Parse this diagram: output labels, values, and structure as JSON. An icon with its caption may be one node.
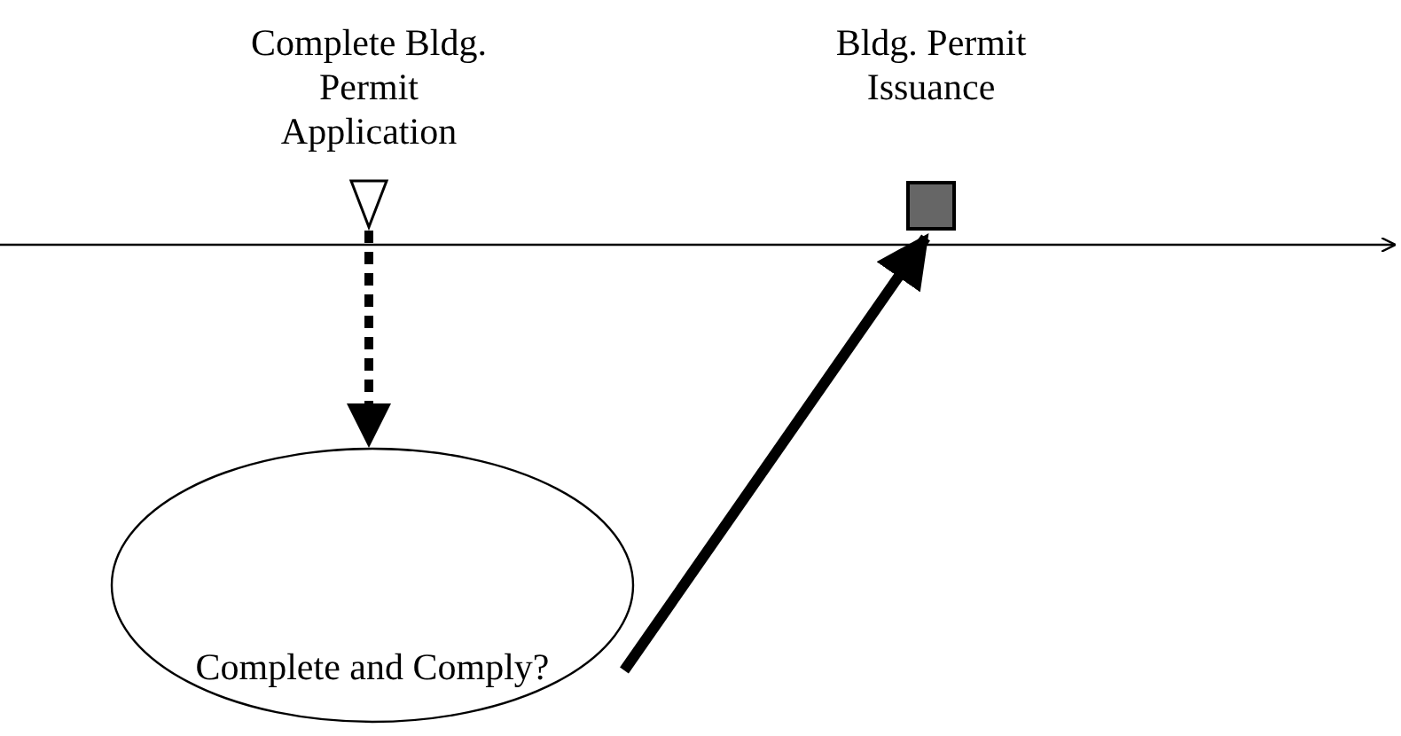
{
  "diagram": {
    "nodes": [
      {
        "text": [
          "Complete Bldg. Permit Application"
        ]
      },
      {
        "text": [
          "Bldg. Permit Issuance"
        ]
      },
      {
        "text": [
          "Complete and Comply?"
        ]
      }
    ],
    "edges": [
      {
        "from": 0,
        "to": 2,
        "arrow": "to",
        "style": "dashed"
      },
      {
        "from": 2,
        "to": 1,
        "arrow": "to"
      }
    ]
  }
}
